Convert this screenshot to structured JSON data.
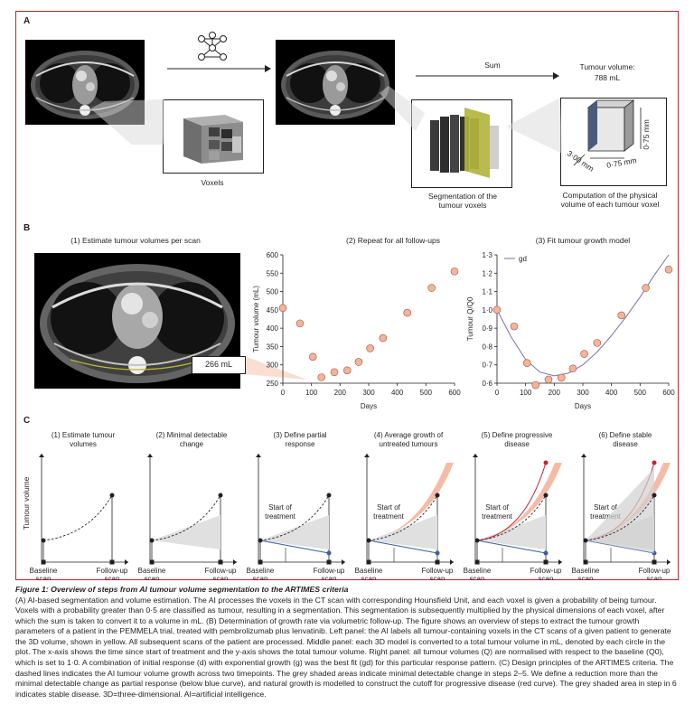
{
  "panelA": {
    "letter": "A",
    "voxels_label": "Voxels",
    "sum_label": "Sum",
    "tumour_volume_label": "Tumour volume:",
    "tumour_volume_value": "788 mL",
    "segmentation_label": "Segmentation of the tumour voxels",
    "computation_label": "Computation of the physical volume of each tumour voxel",
    "dim1": "3·00 mm",
    "dim2": "0·75 mm",
    "dim3": "0·75 mm"
  },
  "panelB": {
    "letter": "B",
    "step1_title": "(1) Estimate tumour volumes per scan",
    "step2_title": "(2) Repeat for all follow-ups",
    "step3_title": "(3) Fit tumour growth model",
    "callout_value": "266 mL",
    "legend_gd": "gd"
  },
  "panelC": {
    "letter": "C",
    "steps": [
      "(1) Estimate tumour volumes",
      "(2) Minimal detectable change",
      "(3) Define partial response",
      "(4) Average growth of untreated tumours",
      "(5) Define progressive disease",
      "(6) Define stable disease"
    ],
    "y_axis_label": "Tumour volume",
    "baseline_label": "Baseline scan",
    "followup_label": "Follow-up scan",
    "start_treatment_label": "Start of treatment"
  },
  "caption": {
    "title": "Figure 1: Overview of steps from AI tumour volume segmentation to the ARTIMES criteria",
    "body": "(A) AI-based segmentation and volume estimation. The AI processes the voxels in the CT scan with corresponding Hounsfield Unit, and each voxel is given a probability of being tumour. Voxels with a probability greater than 0·5 are classified as tumour, resulting in a segmentation. This segmentation is subsequently multiplied by the physical dimensions of each voxel, after which the sum is taken to convert it to a volume in mL. (B) Determination of growth rate via volumetric follow-up. The figure shows an overview of steps to extract the tumour growth parameters of a patient in the PEMMELA trial, treated with pembrolizumab plus lenvatinib. Left panel: the AI labels all tumour-containing voxels in the CT scans of a given patient to generate the 3D volume, shown in yellow. All subsequent scans of the patient are processed. Middle panel: each 3D model is converted to a total tumour volume in mL, denoted by each circle in the plot. The x-axis shows the time since start of treatment and the y-axis shows the total tumour volume. Right panel: all tumour volumes (Q) are normalised with respect to the baseline (Q0), which is set to 1·0. A combination of initial response (d) with exponential growth (g) was the best fit (gd) for this particular response pattern. (C) Design principles of the ARTIMES criteria. The dashed lines indicates the AI tumour volume growth across two timepoints. The grey shaded areas indicate minimal detectable change in steps 2–5. We define a reduction more than the minimal detectable change as partial response (below blue curve), and natural growth is modelled to construct the cutoff for progressive disease (red curve). The grey shaded area in step in 6 indicates stable disease. 3D=three-dimensional. AI=artificial intelligence."
  },
  "chart_data": [
    {
      "type": "scatter",
      "title": "(2) Repeat for all follow-ups",
      "xlabel": "Days",
      "ylabel": "Tumour volume (mL)",
      "xlim": [
        0,
        600
      ],
      "ylim": [
        250,
        600
      ],
      "xticks": [
        0,
        100,
        200,
        300,
        400,
        500,
        600
      ],
      "yticks": [
        250,
        300,
        350,
        400,
        450,
        500,
        550,
        600
      ],
      "x": [
        0,
        60,
        105,
        135,
        180,
        225,
        265,
        305,
        350,
        435,
        520,
        600
      ],
      "y": [
        455,
        413,
        322,
        266,
        280,
        285,
        308,
        345,
        373,
        442,
        510,
        555
      ],
      "marker_color": "#f2b49a"
    },
    {
      "type": "scatter",
      "title": "(3) Fit tumour growth model",
      "xlabel": "Days",
      "ylabel": "Tumour Q/Q0",
      "xlim": [
        0,
        600
      ],
      "ylim": [
        0.6,
        1.3
      ],
      "xticks": [
        0,
        100,
        200,
        300,
        400,
        500,
        600
      ],
      "yticks": [
        0.6,
        0.7,
        0.8,
        0.9,
        1.0,
        1.1,
        1.2,
        1.3
      ],
      "x": [
        0,
        60,
        105,
        135,
        180,
        225,
        265,
        305,
        350,
        435,
        520,
        600
      ],
      "y": [
        1.0,
        0.91,
        0.71,
        0.59,
        0.62,
        0.63,
        0.68,
        0.76,
        0.82,
        0.97,
        1.12,
        1.22
      ],
      "fit_name": "gd",
      "fit_x": [
        0,
        50,
        100,
        150,
        200,
        250,
        300,
        350,
        400,
        450,
        500,
        550,
        600
      ],
      "fit_y": [
        1.0,
        0.85,
        0.73,
        0.66,
        0.64,
        0.655,
        0.7,
        0.77,
        0.86,
        0.96,
        1.07,
        1.19,
        1.31
      ],
      "marker_color": "#f2b49a",
      "fit_color": "#7b6fb0"
    }
  ]
}
